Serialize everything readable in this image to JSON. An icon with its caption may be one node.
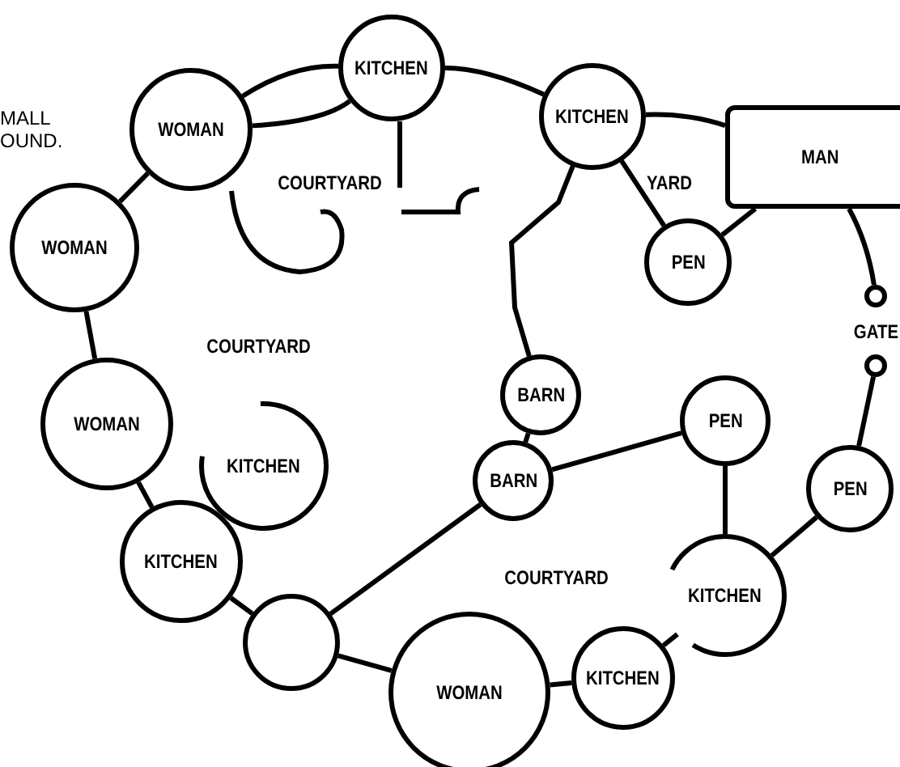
{
  "diagram": {
    "nodes": [
      {
        "text": [
          "WOMAN"
        ]
      },
      {
        "text": [
          "KITCHEN"
        ]
      },
      {
        "text": [
          "KITCHEN"
        ]
      },
      {
        "text": [
          "MAN"
        ]
      },
      {
        "text": [
          "WOMAN"
        ]
      },
      {
        "text": [
          "PEN"
        ]
      },
      {
        "text": [],
        "shape": "circle"
      },
      {
        "text": [
          "BARN"
        ]
      },
      {
        "text": [],
        "shape": "circle"
      },
      {
        "text": [
          "WOMAN"
        ]
      },
      {
        "text": [
          "PEN"
        ]
      },
      {
        "text": [
          "KITCHEN"
        ]
      },
      {
        "text": [
          "BARN"
        ]
      },
      {
        "text": [
          "PEN"
        ]
      },
      {
        "text": [
          "KITCHEN"
        ]
      },
      {
        "text": [
          "KITCHEN"
        ]
      },
      {
        "text": [],
        "shape": "circle"
      },
      {
        "text": [
          "KITCHEN"
        ]
      },
      {
        "text": [
          "WOMAN"
        ]
      }
    ],
    "edges": [
      {
        "from": 0,
        "to": 1,
        "arrow": "none"
      },
      {
        "from": 0,
        "to": 1,
        "arrow": "none"
      },
      {
        "from": 1,
        "to": 2,
        "arrow": "none"
      },
      {
        "from": 2,
        "to": 3,
        "arrow": "none"
      },
      {
        "from": 2,
        "to": 5,
        "arrow": "none"
      },
      {
        "from": 5,
        "to": 3,
        "arrow": "none"
      },
      {
        "from": 3,
        "to": 6,
        "arrow": "none"
      },
      {
        "from": 0,
        "to": 4,
        "arrow": "none"
      },
      {
        "from": 4,
        "to": 9,
        "arrow": "none"
      },
      {
        "from": 2,
        "to": 7,
        "arrow": "none"
      },
      {
        "from": 7,
        "to": 12,
        "arrow": "none"
      },
      {
        "from": 12,
        "to": 10,
        "arrow": "none"
      },
      {
        "from": 8,
        "to": 13,
        "arrow": "none"
      },
      {
        "from": 9,
        "to": 14,
        "arrow": "none"
      },
      {
        "from": 10,
        "to": 15,
        "arrow": "none"
      },
      {
        "from": 13,
        "to": 15,
        "arrow": "none"
      },
      {
        "from": 14,
        "to": 16,
        "arrow": "none"
      },
      {
        "from": 12,
        "to": 16,
        "arrow": "none"
      },
      {
        "from": 16,
        "to": 18,
        "arrow": "none"
      },
      {
        "from": 18,
        "to": 17,
        "arrow": "none"
      },
      {
        "from": 17,
        "to": 15,
        "arrow": "none"
      }
    ],
    "labels": [
      "MALL OUND.",
      "COURTYARD",
      "YARD",
      "COURTYARD",
      "GATE",
      "COURTYARD"
    ]
  }
}
